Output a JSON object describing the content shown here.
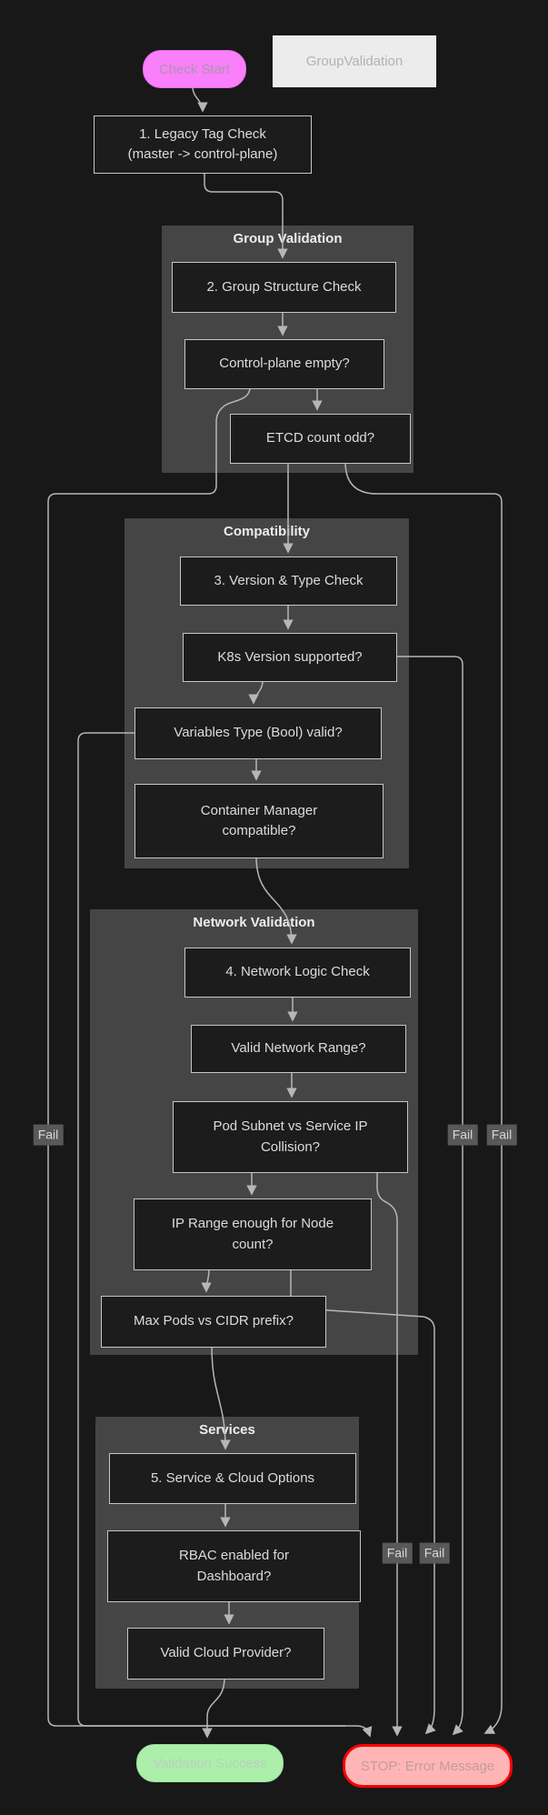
{
  "diagram": {
    "start": {
      "label": "Check Start"
    },
    "legend": {
      "label": "GroupValidation"
    },
    "subgraphs": {
      "group_validation": {
        "title": "Group Validation"
      },
      "compatibility": {
        "title": "Compatibility"
      },
      "network_validation": {
        "title": "Network Validation"
      },
      "services": {
        "title": "Services"
      }
    },
    "nodes": {
      "legacy": {
        "line1": "1. Legacy Tag Check",
        "line2": "(master -> control-plane)"
      },
      "group_structure": {
        "label": "2. Group Structure Check"
      },
      "control_plane_empty": {
        "label": "Control-plane empty?"
      },
      "etcd_count_odd": {
        "label": "ETCD count odd?"
      },
      "version_type_check": {
        "label": "3. Version & Type Check"
      },
      "k8s_version": {
        "label": "K8s Version supported?"
      },
      "variables_type": {
        "label": "Variables Type (Bool) valid?"
      },
      "container_manager": {
        "line1": "Container Manager",
        "line2": "compatible?"
      },
      "network_logic": {
        "label": "4. Network Logic Check"
      },
      "valid_network_range": {
        "label": "Valid Network Range?"
      },
      "pod_subnet": {
        "line1": "Pod Subnet vs Service IP",
        "line2": "Collision?"
      },
      "ip_range": {
        "line1": "IP Range enough for Node",
        "line2": "count?"
      },
      "max_pods": {
        "label": "Max Pods vs CIDR prefix?"
      },
      "service_cloud": {
        "label": "5. Service & Cloud Options"
      },
      "rbac": {
        "line1": "RBAC enabled for",
        "line2": "Dashboard?"
      },
      "valid_cloud": {
        "label": "Valid Cloud Provider?"
      }
    },
    "terminals": {
      "success": {
        "label": "Validation Success"
      },
      "stop": {
        "label": "STOP: Error Message"
      }
    },
    "edge_labels": {
      "fail": "Fail"
    },
    "colors": {
      "start_fill": "#fa7ffa",
      "success_fill": "#abefab",
      "stop_fill": "#ffb5b5",
      "stop_border": "#fe0000",
      "edge": "#b6b6b6",
      "panel": "#454545",
      "node_fill": "#1c1c1c",
      "node_border": "#c6c6c6"
    }
  }
}
